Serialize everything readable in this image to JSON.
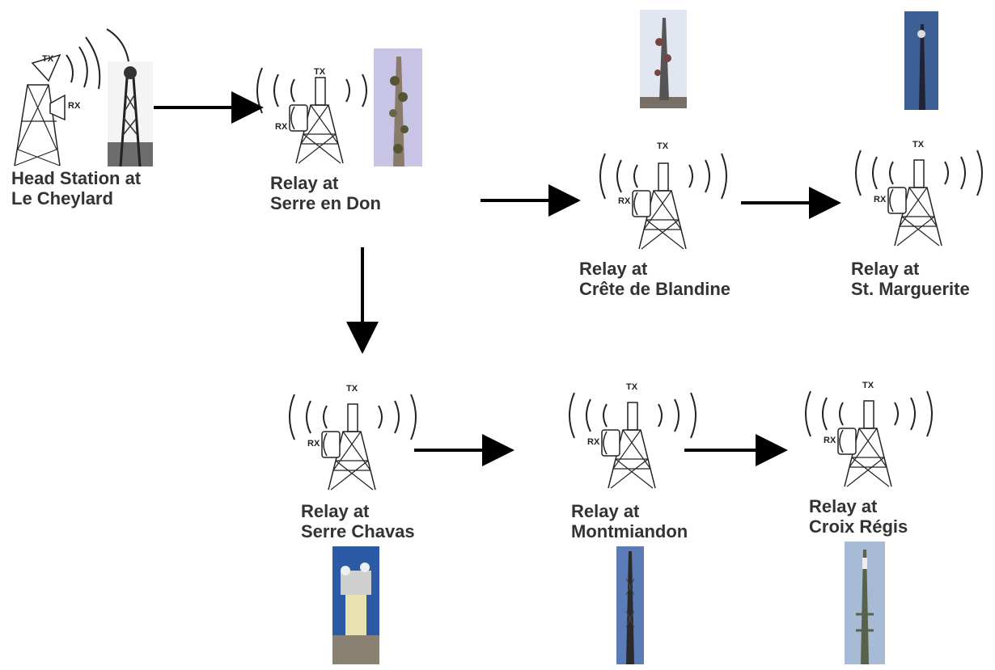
{
  "symbol_labels": {
    "tx": "TX",
    "rx": "RX"
  },
  "nodes": {
    "head": {
      "line1": "Head Station at",
      "line2": "Le Cheylard"
    },
    "serre_en_don": {
      "line1": "Relay at",
      "line2": "Serre en Don"
    },
    "crete_de_blandine": {
      "line1": "Relay at",
      "line2": "Crête de Blandine"
    },
    "st_marguerite": {
      "line1": "Relay at",
      "line2": "St. Marguerite"
    },
    "serre_chavas": {
      "line1": "Relay at",
      "line2": "Serre Chavas"
    },
    "montmiandon": {
      "line1": "Relay at",
      "line2": "Montmiandon"
    },
    "croix_regis": {
      "line1": "Relay at",
      "line2": "Croix Régis"
    }
  },
  "colors": {
    "arrow": "#000000",
    "label": "#333333",
    "sky": "#b9cde6",
    "sky_dark": "#3c5f95"
  }
}
